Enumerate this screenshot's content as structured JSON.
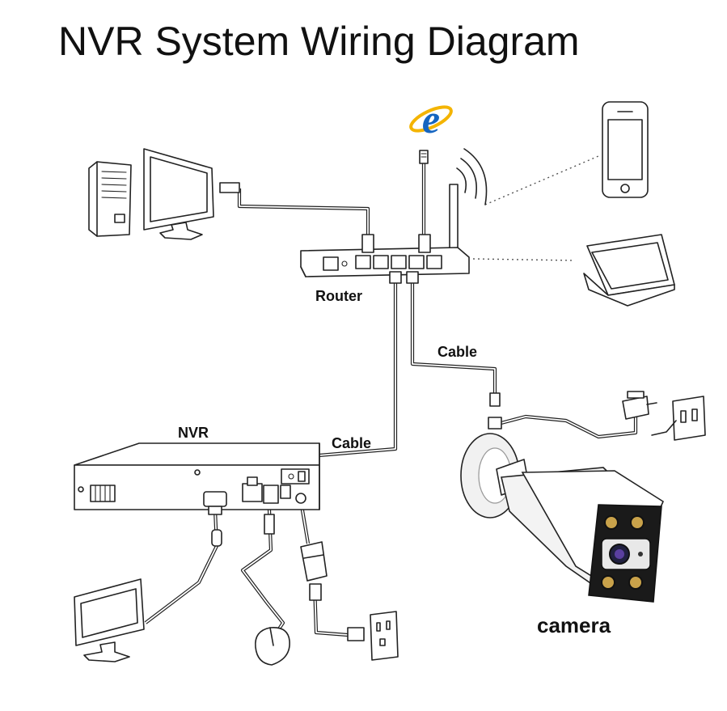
{
  "title": "NVR System Wiring Diagram",
  "labels": {
    "router": "Router",
    "nvr": "NVR",
    "cable_top": "Cable",
    "cable_nvr": "Cable",
    "camera": "camera"
  },
  "icons": {
    "internet": "internet-explorer-icon",
    "desktop": "desktop-computer-icon",
    "phone": "smartphone-icon",
    "laptop": "laptop-icon",
    "wifi": "wifi-signal-icon",
    "monitor": "monitor-icon",
    "mouse": "mouse-icon",
    "power_adapter": "power-adapter-icon",
    "wall_outlet": "wall-outlet-icon"
  },
  "colors": {
    "ie_blue": "#1565c0",
    "ie_ring": "#f4b400",
    "line": "#222222"
  }
}
